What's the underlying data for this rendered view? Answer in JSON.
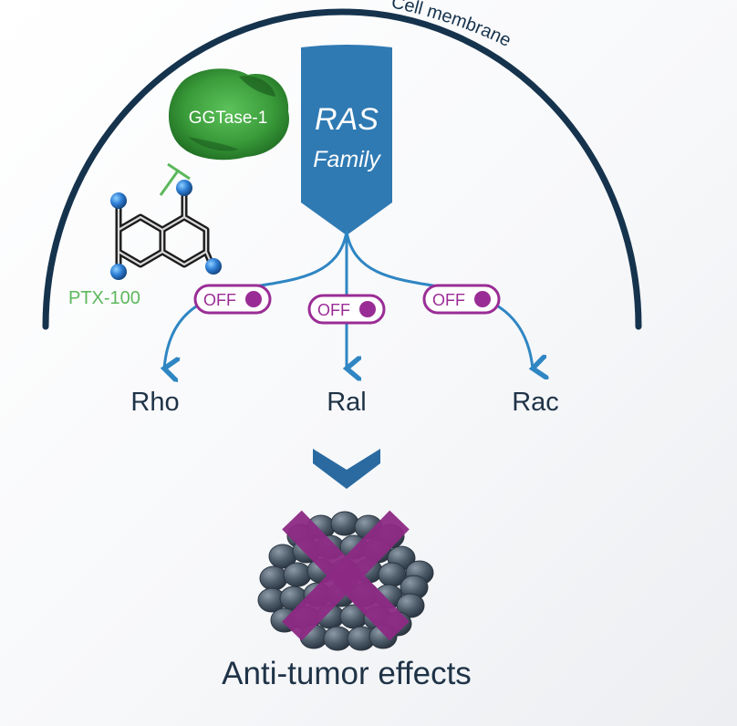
{
  "membrane": {
    "label": "Cell membrane",
    "color": "#16334d"
  },
  "ras": {
    "title": "RAS",
    "subtitle": "Family",
    "color": "#2f7ab3",
    "text_color": "#ffffff"
  },
  "enzyme": {
    "label": "GGTase-1",
    "color": "#3f9a3c",
    "text_color": "#ffffff"
  },
  "inhibitor": {
    "label": "PTX-100",
    "color": "#5cb85c",
    "atom_color": "#2f7fd6"
  },
  "switches": [
    {
      "label": "OFF",
      "target": "Rho"
    },
    {
      "label": "OFF",
      "target": "Ral"
    },
    {
      "label": "OFF",
      "target": "Rac"
    }
  ],
  "switch_color": "#9a2d95",
  "arrow_color": "#2f86c3",
  "targets": [
    "Rho",
    "Ral",
    "Rac"
  ],
  "target_color": "#1f3347",
  "chevron_color": "#2a6aa0",
  "tumor": {
    "cell_color": "#4a5866",
    "cross_color": "#8d2a84"
  },
  "outcome": {
    "label": "Anti-tumor effects",
    "color": "#1f3347"
  }
}
